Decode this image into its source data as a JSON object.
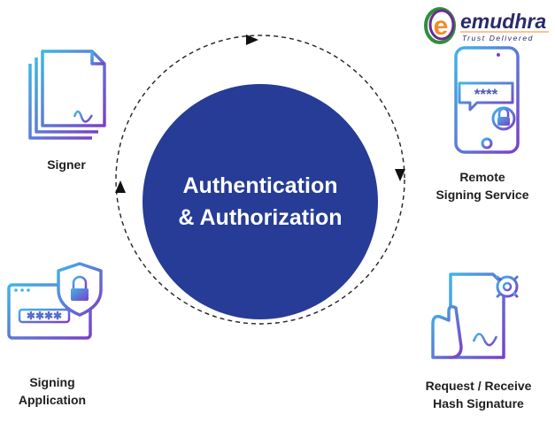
{
  "brand": {
    "logo_letter": "e",
    "name": "emudhra",
    "tagline": "Trust Delivered",
    "colors": {
      "orange": "#f28c28",
      "purple": "#6a2c8f",
      "green": "#2f8f3a",
      "text": "#2a2a6e"
    }
  },
  "center": {
    "line1": "Authentication",
    "line2": "& Authorization",
    "color": "#263c96"
  },
  "nodes": {
    "signer": {
      "lines": [
        "Signer"
      ],
      "icon": "document-stack-icon"
    },
    "remote": {
      "lines": [
        "Remote",
        "Signing Service"
      ],
      "icon": "smartphone-password-lock-icon"
    },
    "request": {
      "lines": [
        "Request / Receive",
        "Hash Signature"
      ],
      "icon": "hand-signed-document-icon"
    },
    "application": {
      "lines": [
        "Signing",
        "Application"
      ],
      "icon": "monitor-shield-lock-icon"
    }
  },
  "masked_password": "****",
  "cycle": {
    "style": "dashed",
    "direction": "clockwise"
  },
  "colors": {
    "gradient_start": "#3fb5e6",
    "gradient_end": "#7b3fc8"
  }
}
